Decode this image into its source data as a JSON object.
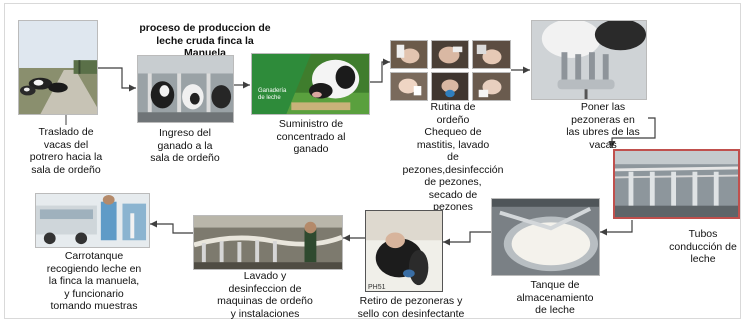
{
  "title": "proceso de produccion de\nleche cruda finca la\nManuela",
  "steps": {
    "traslado": "Traslado de\nvacas del\npotrero hacia la\nsala de ordeño",
    "ingreso": "Ingreso del\nganado a la\nsala de ordeño",
    "suministro": "Suministro de\nconcentrado al\nganado",
    "rutina": "Rutina de\nordeño\nChequeo de\nmastitis, lavado\nde\npezones,desinfección\nde pezones,\nsecado de\npezones",
    "pezoneras": "Poner las\npezoneras en\nlas ubres de las\nvacas",
    "tubos": "Tubos\nconducción de\nleche",
    "tanque": "Tanque de\nalmacenamiento\nde leche",
    "retiro": "Retiro de pezoneras y\nsello con desinfectante",
    "lavado": "Lavado y\ndesinfeccion de\nmaquinas de ordeño\ny instalaciones",
    "carrotanque": "Carrotanque\nrecogiendo leche en\nla finca la manuela,\ny funcionario\ntomando muestras"
  },
  "photo_text": {
    "ganaderia_label": "Ganadería\nde leche",
    "retiro_stamp": "PH51"
  },
  "colors": {
    "arrow": "#3f3f3f",
    "tubos_border": "#c0504d",
    "ganaderia_green": "#2e8b3a"
  }
}
